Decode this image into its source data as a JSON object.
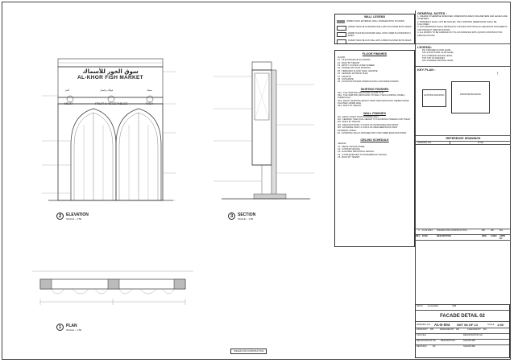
{
  "wall_legend": {
    "title": "WALL LEGEND",
    "items": [
      "200MM THICK EXTERNAL WALL FINISHED WITH PLASTER",
      "200MM THICK BLOCKWORK WALL WITH PLASTER BOTH SIDES",
      "100MM THICK BLOCKWORK WALL WITH 15MM PLASTER BOTH SIDES",
      "100MM THICK BLOCK WALL WITH 15MM PLASTER BOTH SIDES"
    ]
  },
  "general_notes": {
    "title": "GENERAL NOTES :",
    "items": [
      "1. UNLESS OTHERWISE SPECIFIED, DIMENSIONS ARE IN MILLIMETERS AND LEVELS ARE IN METERS.",
      "2. DRAWINGS SHALL NOT BE SCALED, ONLY WRITTEN DIMENSIONS SHALL BE FOLLOWED.",
      "3. THIS DRAWINGS SHALL BE READ IN CONJUNCTION WITH ALL RELEVANT DOCUMENTS AND PROJECT SPECIFICATIONS.",
      "4. ALL WORKS TO BE CARRIED OUT IN ACCORDANCE WITH QATAR CONSTRUCTION SPECIFICATIONS."
    ]
  },
  "legend": {
    "title": "LEGEND:",
    "items": [
      "FFL   FINISHED FLOOR LEVEL",
      "SSL   STRUCTURAL SLAB LEVEL",
      "FCL   FINISHED CEILING LEVEL",
      "TOP   TOP OF PARAPET",
      "FGL   FINISHED GROUND LEVEL"
    ]
  },
  "key_plan": {
    "title": "KEY PLAN :",
    "existing": "EXISTING BUILDING",
    "proposed": "PROPOSE BUILDING"
  },
  "reference_drawings": {
    "title": "REFERENCE DRAWINGS",
    "col1": "DRAWING NO.",
    "col2": "TITLE"
  },
  "revision": {
    "row": [
      "0",
      "11.02.2024",
      "ISSUED FOR CONSTRUCTION",
      "RB",
      "DB",
      "MG"
    ],
    "headers": [
      "REV.",
      "DATE",
      "DESCRIPTION",
      "DRN",
      "CHKD",
      "APPD BY"
    ]
  },
  "floor_finishes": {
    "title": "FLOOR FINISHES",
    "items": [
      "FLOOR:",
      "F1 :   TILE PORCELAIN FLOORING",
      "F2 :   BUILT BY TENANT",
      "F3 :   EPOXY COATING OVER SCREED",
      "F4 :   PORCELAIN TILES SKIRTING",
      "F5 :   TERRAZZO FLOOR TILES, GRANITE",
      "F6 :   CERAMIC ANTISKID TILES",
      "F7 :   GRANITE",
      "F8 :   CONCRETE",
      "F9 :   OUTDOOR PAVERS INTERLOCKING CONCRETE PAVERS"
    ]
  },
  "skirting_finishes": {
    "title": "SKIRTING FINISHES",
    "items": [
      "SK1 :  TILE SKIRTING (MATCHING FLOOR TILE)",
      "SK2 :  TILE SKIRTING (MATCHING TO WALL TILE FLOORING, PANEL) 100MM HIGH",
      "SK3 :  EPOXY SKIRTING (EPOXY PAINT MATCHING WITH CEMENT BASE PLASTER) 100MM HIGH",
      "SK4 :  BUILT BY TENANT"
    ]
  },
  "wall_finishes": {
    "title": "WALL FINISHES",
    "items": [
      "W1 :   EPOXY PAINT ON PLASTERED WALL",
      "W2 :   CERAMIC TILES FULL HEIGHT TO FLOORING FINISHES FOR TOILET",
      "W3 :   BUILT BY TENANT",
      "W4 :   EMULSION PAINT 2 COATS OF WHITE EMULSION PAINT",
      "W5 :   EXTERNAL PAINT 2 COATS OF WEATHERPROOF PAINT",
      "EXTERNAL FINISH:",
      "E1 :   EXTERNAL WALLS FINISHED WITH TEXTURED EMULSION PAINT"
    ]
  },
  "ceiling_schedule": {
    "title": "CEILING SCHEDULE",
    "items": [
      "CEILING:",
      "C1 :   METAL CEILING PANEL",
      "C2 :   GYPSUM CEILING",
      "C3 :   EXPOSED INDUSTRIAL CEILING",
      "C4 :   GYPSUM BOARD TO WATERPROOF CEILING",
      "C5 :   BUILT BY TENANT"
    ]
  },
  "storefront": {
    "arabic": "سوق الخور للأسماك",
    "english": "AL-KHOR FISH MARKET",
    "meat_ar": "لحم",
    "meat": "MEAT",
    "fruit_ar": "فواكه وخضار",
    "fruit": "FRUIT & VEGETABLES",
    "fish_ar": "سمك",
    "fish": "FISH"
  },
  "views": {
    "elevation": {
      "num": "2",
      "title": "ELEVATION",
      "scale": "SCALE :- 1:50"
    },
    "section": {
      "num": "3",
      "title": "SECTION",
      "scale": "SCALE :- 1:50"
    },
    "plan": {
      "num": "1",
      "title": "PLAN",
      "scale": "SCALE :- 1:50"
    }
  },
  "plan_label": "ISSUED FOR CONSTRUCTION",
  "title_block": {
    "drawing_title": "FACADE DETAIL 02",
    "lpo_label": "LPO #:",
    "lpo_value": "11.02.2024",
    "job_label": "JOB",
    "drawing_no_label": "DRAWING NO.",
    "drawing_no": "A1-E-004",
    "sheet": "SHT 08 OF 14",
    "scale_label": "SCALE",
    "scale": "1:50",
    "drawn_by_label": "DRAWN BY",
    "drawn_by": "RB",
    "designed_by_label": "DESIGNED BY",
    "designed_by": "DB",
    "checked_by_label": "CHECKED BY",
    "checked_by": "MG",
    "cad_file_label": "CAD FILE",
    "registration_label": "REGISTRATION NO.",
    "registration_no_label": "REGISTRATION NO.",
    "description_label": "DESCRIPTION",
    "signature_label": "SIGNATURE",
    "revision_label": "REVISION",
    "revision": "R0"
  }
}
